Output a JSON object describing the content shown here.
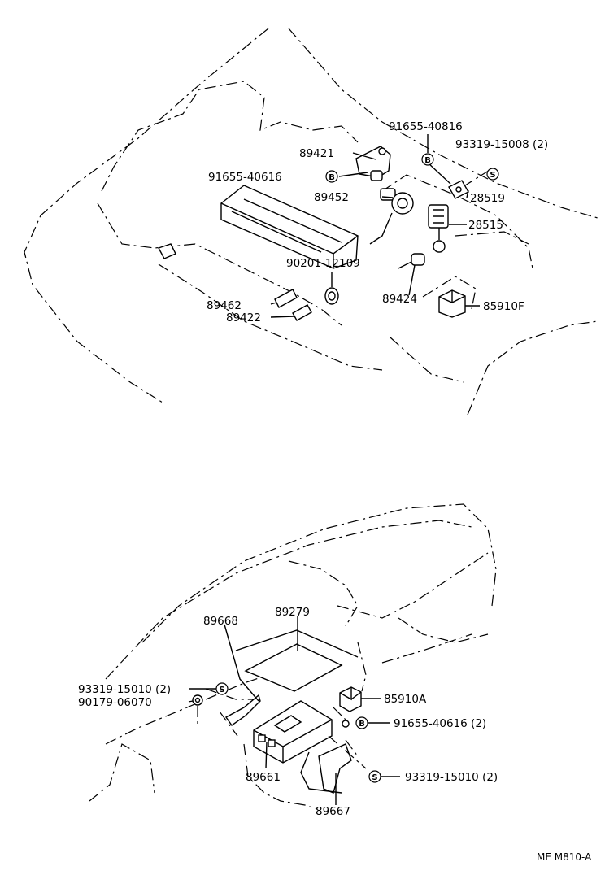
{
  "diagram_code": "ME M810-A",
  "markers": {
    "bolt": "B",
    "screw": "S"
  },
  "upper_parts": {
    "p91655_40816_top": "91655-40816",
    "p93319_15008": "93319-15008 (2)",
    "p89421": "89421",
    "p91655_40616_left": "91655-40616",
    "p89452": "89452",
    "p28519": "28519",
    "p28515": "28515",
    "p90201_12109": "90201-12109",
    "p89424": "89424",
    "p89462": "89462",
    "p89422": "89422",
    "p85910F": "85910F"
  },
  "lower_parts": {
    "p89668": "89668",
    "p89279": "89279",
    "p93319_15010_left": "93319-15010 (2)",
    "p90179_06070": "90179-06070",
    "p85910A": "85910A",
    "p91655_40616_right": "91655-40616 (2)",
    "p93319_15010_right": "93319-15010 (2)",
    "p89661": "89661",
    "p89667": "89667"
  }
}
